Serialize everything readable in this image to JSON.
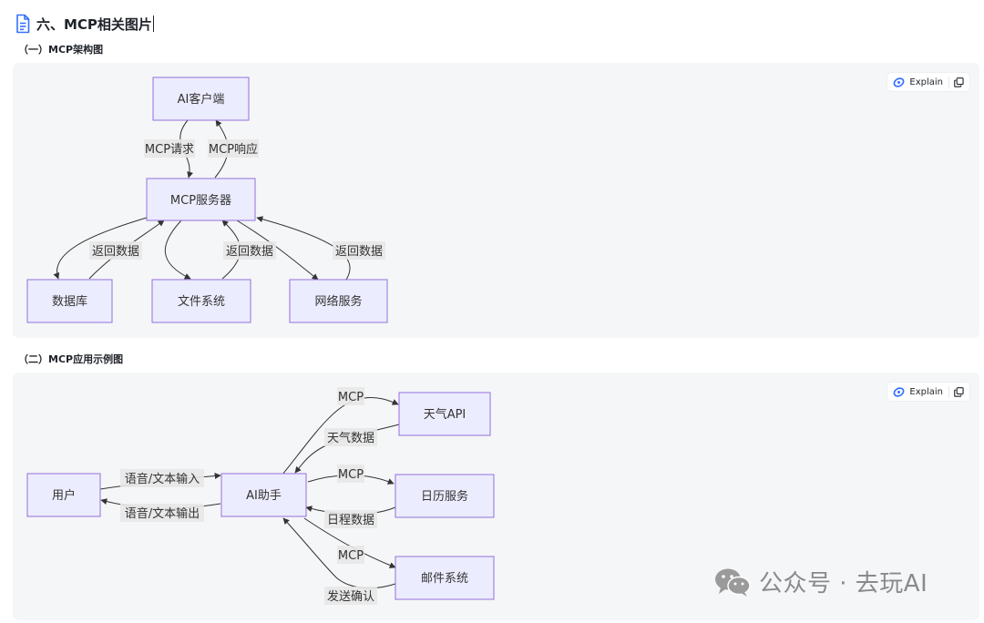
{
  "header": {
    "title": "六、MCP相关图片"
  },
  "sections": [
    {
      "title": "（一）MCP架构图",
      "toolbar": {
        "explain_label": "Explain"
      },
      "nodes": [
        {
          "id": "client",
          "label": "AI客户端"
        },
        {
          "id": "server",
          "label": "MCP服务器"
        },
        {
          "id": "db",
          "label": "数据库"
        },
        {
          "id": "fs",
          "label": "文件系统"
        },
        {
          "id": "net",
          "label": "网络服务"
        }
      ],
      "edges": [
        {
          "from": "AI客户端",
          "to": "MCP服务器",
          "label": "MCP请求"
        },
        {
          "from": "MCP服务器",
          "to": "AI客户端",
          "label": "MCP响应"
        },
        {
          "from": "MCP服务器",
          "to": "数据库",
          "label": ""
        },
        {
          "from": "数据库",
          "to": "MCP服务器",
          "label": "返回数据"
        },
        {
          "from": "MCP服务器",
          "to": "文件系统",
          "label": ""
        },
        {
          "from": "文件系统",
          "to": "MCP服务器",
          "label": "返回数据"
        },
        {
          "from": "MCP服务器",
          "to": "网络服务",
          "label": ""
        },
        {
          "from": "网络服务",
          "to": "MCP服务器",
          "label": "返回数据"
        }
      ]
    },
    {
      "title": "（二）MCP应用示例图",
      "toolbar": {
        "explain_label": "Explain"
      },
      "nodes": [
        {
          "id": "user",
          "label": "用户"
        },
        {
          "id": "assistant",
          "label": "AI助手"
        },
        {
          "id": "weather",
          "label": "天气API"
        },
        {
          "id": "calendar",
          "label": "日历服务"
        },
        {
          "id": "mail",
          "label": "邮件系统"
        }
      ],
      "edges": [
        {
          "from": "用户",
          "to": "AI助手",
          "label": "语音/文本输入"
        },
        {
          "from": "AI助手",
          "to": "用户",
          "label": "语音/文本输出"
        },
        {
          "from": "AI助手",
          "to": "天气API",
          "label": "MCP"
        },
        {
          "from": "天气API",
          "to": "AI助手",
          "label": "天气数据"
        },
        {
          "from": "AI助手",
          "to": "日历服务",
          "label": "MCP"
        },
        {
          "from": "日历服务",
          "to": "AI助手",
          "label": "日程数据"
        },
        {
          "from": "AI助手",
          "to": "邮件系统",
          "label": "MCP"
        },
        {
          "from": "邮件系统",
          "to": "AI助手",
          "label": "发送确认"
        }
      ]
    }
  ],
  "watermark": {
    "text": "公众号 · 去玩AI"
  },
  "icons": {
    "doc": "document-icon",
    "explain": "explain-icon",
    "copy": "copy-icon",
    "wechat": "wechat-icon"
  },
  "colors": {
    "node_fill": "#ececff",
    "node_stroke": "#9370db",
    "panel_bg": "#f5f6f7",
    "explain_icon": "#3370ff"
  }
}
